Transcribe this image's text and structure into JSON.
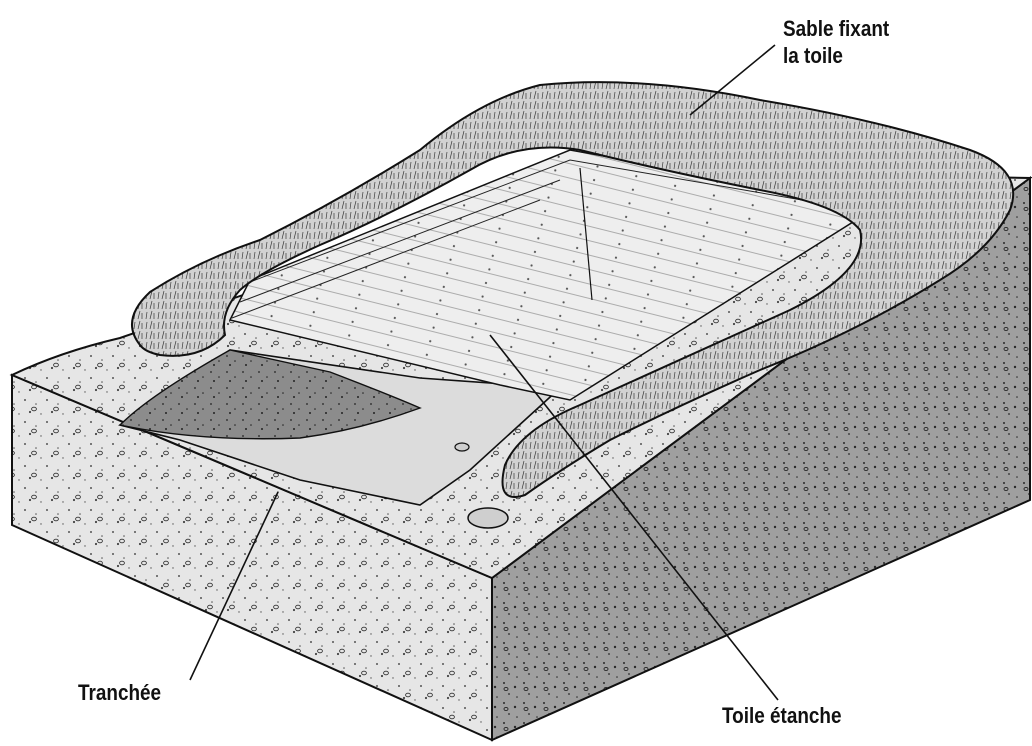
{
  "labels": {
    "sand_line1": "Sable fixant",
    "sand_line2": "la toile",
    "trench": "Tranchée",
    "liner": "Toile étanche"
  },
  "colors": {
    "ink": "#111111",
    "soil_light": "#e4e4e4",
    "soil_dark": "#9a9a9a",
    "trench_shadow": "#8a8a8a",
    "sand_berm": "#cfcfcf",
    "liner": "#ececec"
  }
}
